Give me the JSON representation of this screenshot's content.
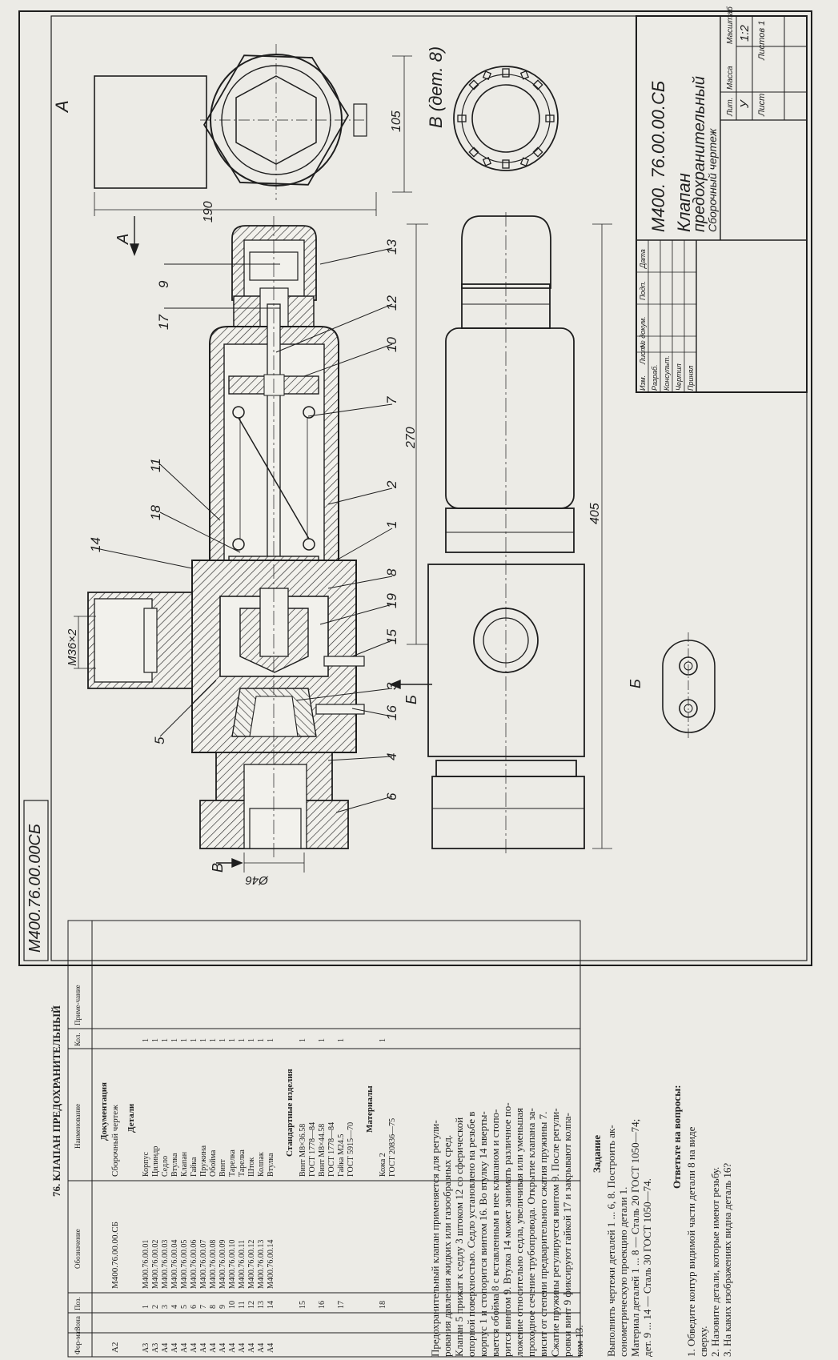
{
  "drawing": {
    "code_stamp": "М400.76.00.00СБ",
    "labels": {
      "view_a_top": "А",
      "view_a_arrow": "А",
      "view_b_title": "В (дет. 8)",
      "view_b_arrow": "Б",
      "view_b_bottom": "Б",
      "view_v_arrow": "В"
    },
    "dimensions": {
      "d105": "105",
      "d190": "190",
      "d270": "270",
      "d405": "405",
      "thread": "М36×2",
      "phi46": "Ø46"
    },
    "positions": [
      "9",
      "17",
      "12",
      "10",
      "7",
      "2",
      "1",
      "8",
      "19",
      "15",
      "3",
      "16",
      "4",
      "6",
      "13",
      "11",
      "18",
      "14",
      "5"
    ]
  },
  "title_block": {
    "designation": "М400. 76.00.00.СБ",
    "name_line1": "Клапан",
    "name_line2": "предохранительный",
    "doc_type": "Сборочный чертеж",
    "lit_header": "Лит.",
    "mass_header": "Масса",
    "scale_header": "Масштаб",
    "lit_value": "У",
    "scale_value": "1:2",
    "sheet_label": "Лист",
    "sheets_label": "Листов 1",
    "row_labels": [
      "Изм.",
      "Лист",
      "№ докум.",
      "Подп.",
      "Дата"
    ],
    "roles": [
      "Разраб.",
      "Консульт.",
      "Чертил",
      "Принял"
    ]
  },
  "spec": {
    "title": "76. КЛАПАН ПРЕДОХРАНИТЕЛЬНЫЙ",
    "columns": [
      "Фор-мат",
      "Зона",
      "Поз.",
      "Обозначение",
      "Наименование",
      "Кол.",
      "Приме-чание"
    ],
    "sections": {
      "docs": "Документация",
      "parts": "Детали",
      "std": "Стандартные изделия",
      "materials": "Материалы"
    },
    "doc_row": {
      "format": "А2",
      "designation": "М400.76.00.00.СБ",
      "name": "Сборочный чертеж"
    },
    "parts": [
      {
        "format": "А3",
        "pos": "1",
        "designation": "М400.76.00.01",
        "name": "Корпус",
        "qty": "1"
      },
      {
        "format": "А3",
        "pos": "2",
        "designation": "М400.76.00.02",
        "name": "Цилиндр",
        "qty": "1"
      },
      {
        "format": "А4",
        "pos": "3",
        "designation": "М400.76.00.03",
        "name": "Седло",
        "qty": "1"
      },
      {
        "format": "А4",
        "pos": "4",
        "designation": "М400.76.00.04",
        "name": "Втулка",
        "qty": "1"
      },
      {
        "format": "А4",
        "pos": "5",
        "designation": "М400.76.00.05",
        "name": "Клапан",
        "qty": "1"
      },
      {
        "format": "А4",
        "pos": "6",
        "designation": "М400.76.00.06",
        "name": "Гайка",
        "qty": "1"
      },
      {
        "format": "А4",
        "pos": "7",
        "designation": "М400.76.00.07",
        "name": "Пружина",
        "qty": "1"
      },
      {
        "format": "А4",
        "pos": "8",
        "designation": "М400.76.00.08",
        "name": "Обойма",
        "qty": "1"
      },
      {
        "format": "А4",
        "pos": "9",
        "designation": "М400.76.00.09",
        "name": "Винт",
        "qty": "1"
      },
      {
        "format": "А4",
        "pos": "10",
        "designation": "М400.76.00.10",
        "name": "Тарелка",
        "qty": "1"
      },
      {
        "format": "А4",
        "pos": "11",
        "designation": "М400.76.00.11",
        "name": "Тарелка",
        "qty": "1"
      },
      {
        "format": "А4",
        "pos": "12",
        "designation": "М400.76.00.12",
        "name": "Шток",
        "qty": "1"
      },
      {
        "format": "А4",
        "pos": "13",
        "designation": "М400.76.00.13",
        "name": "Колпак",
        "qty": "1"
      },
      {
        "format": "А4",
        "pos": "14",
        "designation": "М400.76.00.14",
        "name": "Втулка",
        "qty": "1"
      }
    ],
    "std": [
      {
        "pos": "15",
        "name": "Винт М8×36.58",
        "qty": "1"
      },
      {
        "pos": "",
        "name": "ГОСТ 1778—84",
        "qty": ""
      },
      {
        "pos": "16",
        "name": "Винт М8×44.58",
        "qty": "1"
      },
      {
        "pos": "",
        "name": "ГОСТ 1778—84",
        "qty": ""
      },
      {
        "pos": "17",
        "name": "Гайка М24.5",
        "qty": "1"
      },
      {
        "pos": "",
        "name": "ГОСТ 5915—70",
        "qty": ""
      }
    ],
    "materials": [
      {
        "pos": "18",
        "name": "Кожа 2",
        "qty": "1"
      },
      {
        "pos": "",
        "name": "ГОСТ 20836—75",
        "qty": ""
      }
    ]
  },
  "description": {
    "lines": [
      "Предохранительный клапан применяется для регули-",
      "рования давления жидких или газообразных сред.",
      "    Клапан 5 прижат к седлу 3 штоком 12 со сферической",
      "опорной поверхностью. Седло установлено на резьбе в",
      "корпус 1 и стопорится винтом 16. Во втулку 14 вверты-",
      "вается обойма 8 с вставленным в нее клапаном и стопо-",
      "рится винтом 9. Втулка 14 может занимать различное по-",
      "ложение относительно седла, увеличивая или уменьшая",
      "проходное сечение трубопровода. Открытие клапана за-",
      "висит от степени предварительного сжатия пружины 7.",
      "Сжатие пружины регулируется винтом 9. После регули-",
      "ровки винт 9 фиксируют гайкой 17 и закрывают колпа-",
      "ком 13."
    ]
  },
  "task": {
    "title": "Задание",
    "lines": [
      "    Выполнить чертежи деталей 1 ... 6, 8. Построить ак-",
      "сонометрическую проекцию детали 1.",
      "    Материал деталей 1 ... 8 — Сталь 20 ГОСТ 1050—74;",
      "дет. 9 ... 14 — Сталь 30 ГОСТ 1050—74."
    ]
  },
  "questions": {
    "title": "Ответьте на вопросы:",
    "items": [
      "1. Обведите контур видимой части детали 8 на виде",
      "сверху.",
      "2. Назовите детали, которые имеют резьбу.",
      "3. На каких изображениях видна деталь 16?"
    ]
  }
}
